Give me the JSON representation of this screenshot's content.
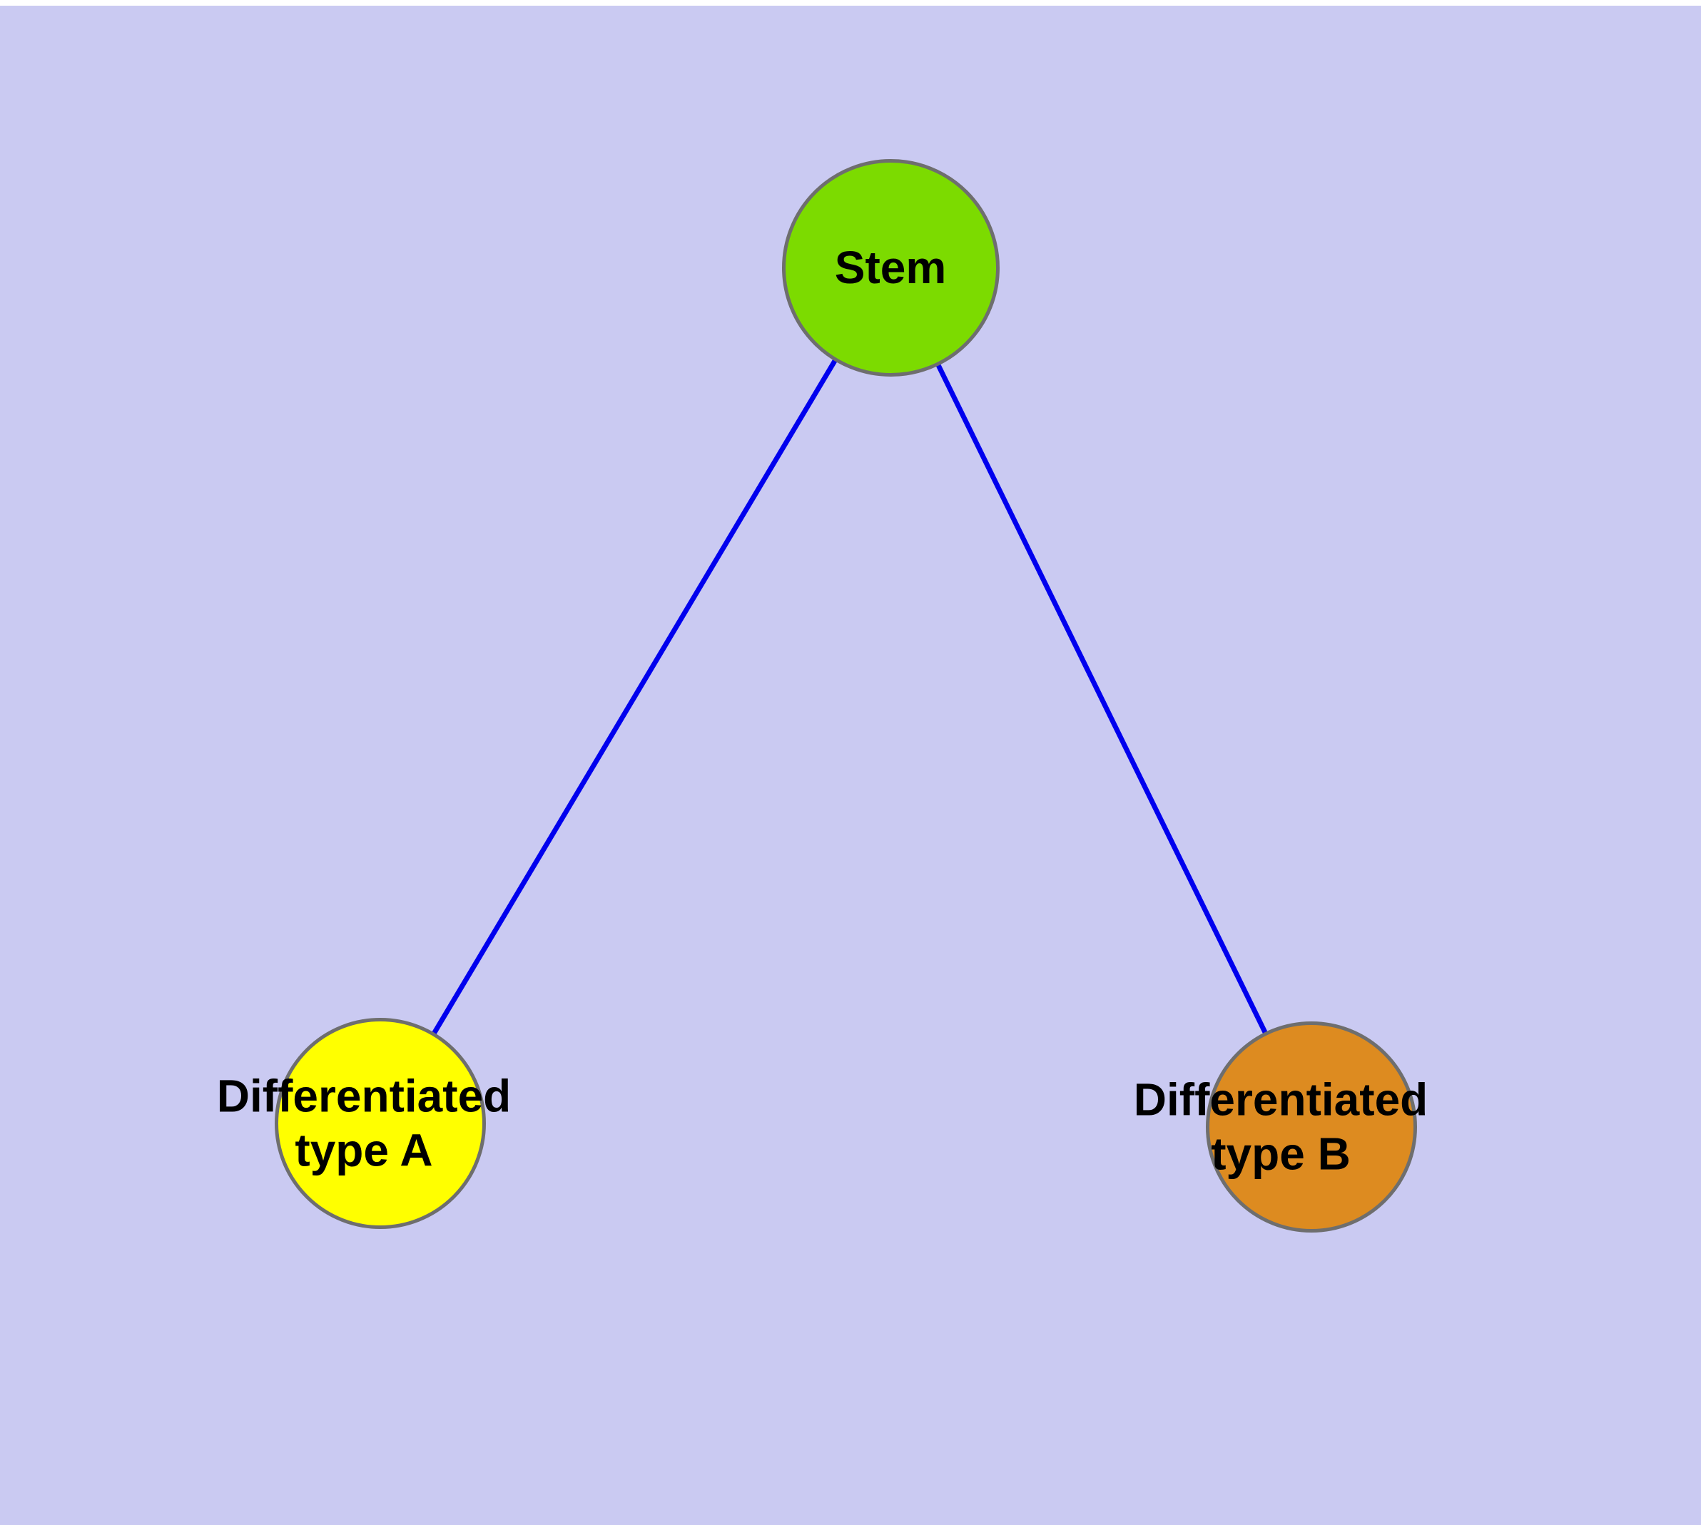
{
  "diagram": {
    "background_color": "#cacaf2",
    "edge_color": "#0000ee",
    "node_border_color": "#6e6e6e",
    "nodes": [
      {
        "id": "stem",
        "label_line1": "Differentiated",
        "label_line2": "",
        "color": ""
      },
      {
        "id": "placeholder",
        "label_line1": "",
        "label_line2": "",
        "color": ""
      }
    ],
    "stem_node": {
      "label_line1": "Stem",
      "label_line2": "",
      "color": "#7cdb00"
    },
    "type_a_node": {
      "label_line1": "Differentiated",
      "label_line2": "type A",
      "color": "#ffff00"
    },
    "type_b_node": {
      "label_line1": "Differentiated",
      "label_line2": "type B",
      "color": "#dd8b20"
    },
    "edges": [
      {
        "from": "stem",
        "to": "type_a"
      },
      {
        "from": "stem",
        "to": "type_b"
      }
    ]
  }
}
